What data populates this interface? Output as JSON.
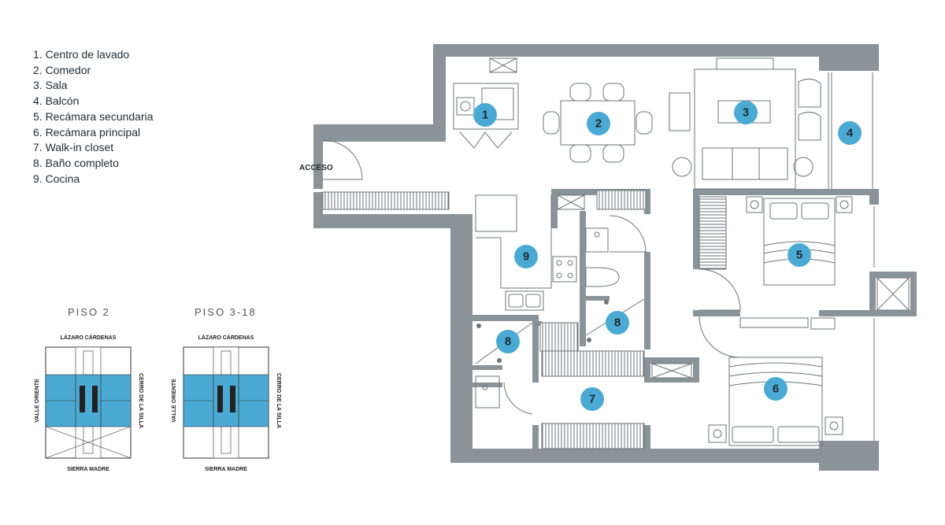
{
  "legend": [
    "1. Centro de lavado",
    "2. Comedor",
    "3. Sala",
    "4. Balcón",
    "5. Recámara secundaria",
    "6. Recámara principal",
    "7. Walk-in closet",
    "8. Baño completo",
    "9. Cocina"
  ],
  "access_label": "ACCESO",
  "room_numbers": [
    "1",
    "2",
    "3",
    "4",
    "5",
    "6",
    "7",
    "8",
    "8",
    "9"
  ],
  "colors": {
    "wall": "#8a9397",
    "accent": "#4aaad4",
    "line": "#6b7478"
  },
  "key_plans": [
    {
      "title": "PISO 2",
      "north": "LÁZARO CÁRDENAS",
      "south": "SIERRA MADRE",
      "west": "VALLE ORIENTE",
      "east": "CERRO DE LA SILLA"
    },
    {
      "title": "PISO 3-18",
      "north": "LÁZARO CÁRDENAS",
      "south": "SIERRA MADRE",
      "west": "VALLE ORIENTE",
      "east": "CERRO DE LA SILLA"
    }
  ]
}
